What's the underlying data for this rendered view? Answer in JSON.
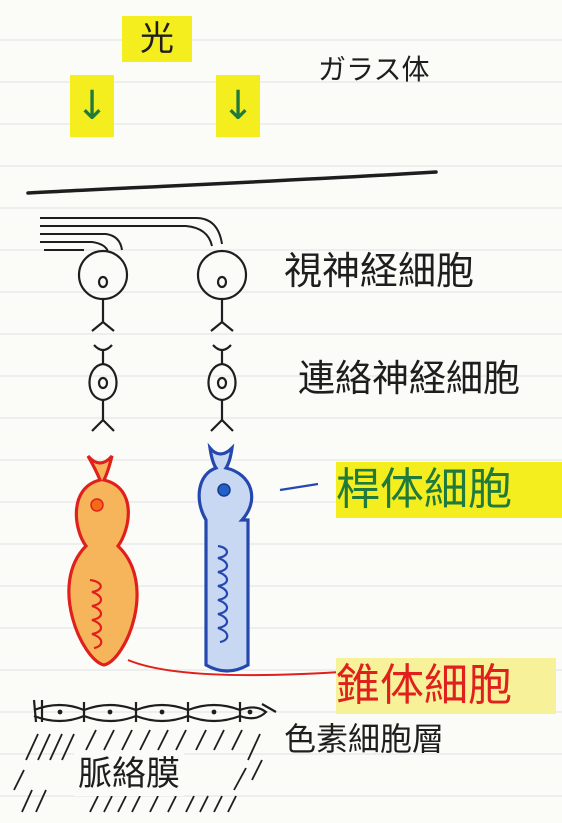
{
  "labels": {
    "light": "光",
    "vitreous": "ガラス体",
    "ganglion": "視神経細胞",
    "bipolar": "連絡神経細胞",
    "rod": "桿体細胞",
    "cone": "錐体細胞",
    "pigment": "色素細胞層",
    "choroid": "脈絡膜"
  },
  "arrows": {
    "left": "↓",
    "right": "↓"
  },
  "colors": {
    "ink": "#1e1e1e",
    "highlight": "#f4ee1e",
    "cone_outline": "#e0201c",
    "cone_fill": "#f6b55a",
    "rod_outline": "#2448b0",
    "rod_fill": "#c9d8f2",
    "label_red": "#e0201c",
    "label_green": "#1f7a3c"
  }
}
